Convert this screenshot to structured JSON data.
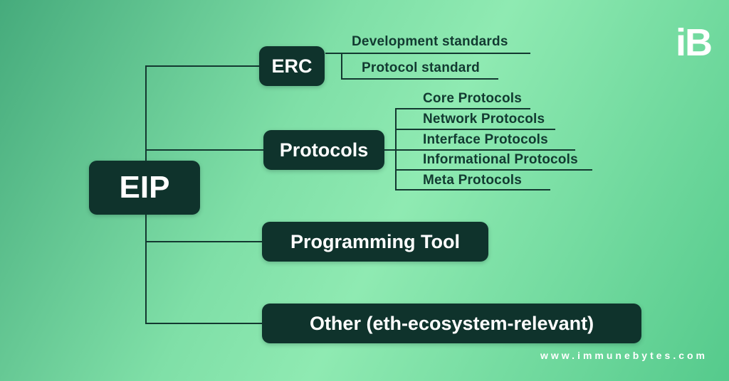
{
  "tree": {
    "root": "EIP",
    "branches": [
      {
        "label": "ERC",
        "leaves": [
          "Development standards",
          "Protocol standard"
        ]
      },
      {
        "label": "Protocols",
        "leaves": [
          "Core Protocols",
          "Network Protocols",
          "Interface Protocols",
          "Informational Protocols",
          "Meta Protocols"
        ]
      },
      {
        "label": "Programming Tool",
        "leaves": []
      },
      {
        "label": "Other (eth-ecosystem-relevant)",
        "leaves": []
      }
    ]
  },
  "branding": {
    "logo_text": "iB",
    "website": "www.immunebytes.com"
  },
  "colors": {
    "node_background": "#0f332c",
    "node_text": "#ffffff",
    "line": "#133830",
    "leaf_text": "#123a31",
    "background_gradient": [
      "#46ab7c",
      "#8feab2",
      "#55ca8c"
    ]
  }
}
